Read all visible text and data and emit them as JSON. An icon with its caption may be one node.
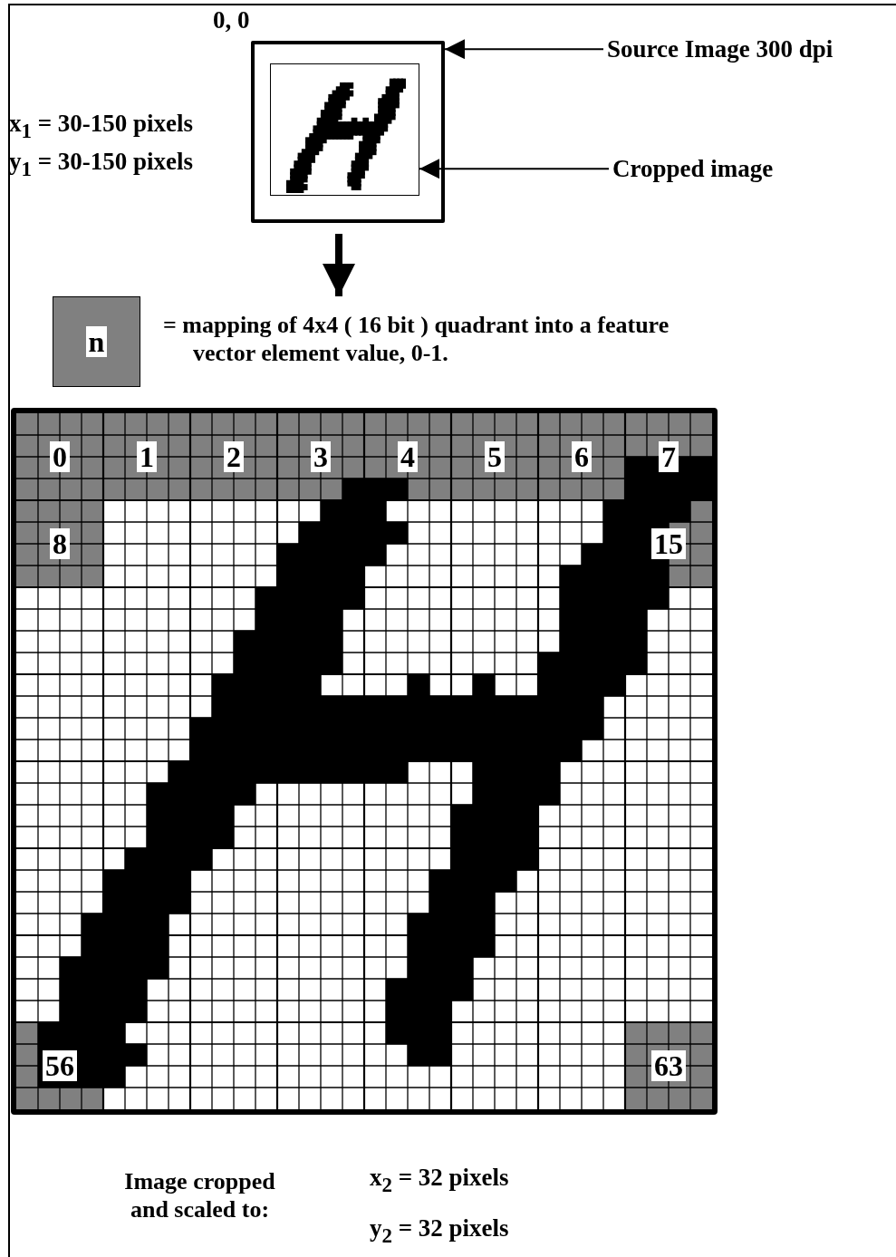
{
  "diagram": {
    "nodes": [
      {
        "text": [],
        "shape": "box"
      },
      {
        "text": [],
        "shape": "picture",
        "in": 0
      },
      {
        "text": [
          "Source Image 300 dpi"
        ]
      },
      {
        "text": [
          "Cropped image"
        ]
      },
      {
        "text": [
          "n"
        ],
        "beside": [
          "= mapping of 4x4 ( 16 bit ) quadrant into a feature vector element value, 0-1."
        ]
      },
      {
        "text": [],
        "shape": "box"
      },
      {
        "text": [
          "0"
        ],
        "in": 5
      },
      {
        "text": [
          "1"
        ],
        "in": 5
      },
      {
        "text": [
          "2"
        ],
        "in": 5
      },
      {
        "text": [
          "3"
        ],
        "in": 5
      },
      {
        "text": [
          "4"
        ],
        "in": 5
      },
      {
        "text": [
          "5"
        ],
        "in": 5
      },
      {
        "text": [
          "6"
        ],
        "in": 5
      },
      {
        "text": [
          "7"
        ],
        "in": 5
      },
      {
        "text": [
          "8"
        ],
        "in": 5
      },
      {
        "text": [
          "15"
        ],
        "in": 5
      },
      {
        "text": [
          "56"
        ],
        "in": 5
      },
      {
        "text": [
          "63"
        ],
        "in": 5
      }
    ],
    "edges": [
      {
        "from": 2,
        "to": 0,
        "arrow": "to"
      },
      {
        "from": 3,
        "to": 1,
        "arrow": "to"
      },
      {
        "from": 0,
        "to": 4,
        "arrow": "to",
        "style": "thick"
      }
    ],
    "labels": [
      "0, 0",
      "x$_{1}$ = 30-150 pixels",
      "y$_{1}$ = 30-150 pixels",
      "Image cropped and scaled to:",
      "x$_{2}$ = 32 pixels",
      "y$_{2}$ = 32 pixels"
    ]
  }
}
